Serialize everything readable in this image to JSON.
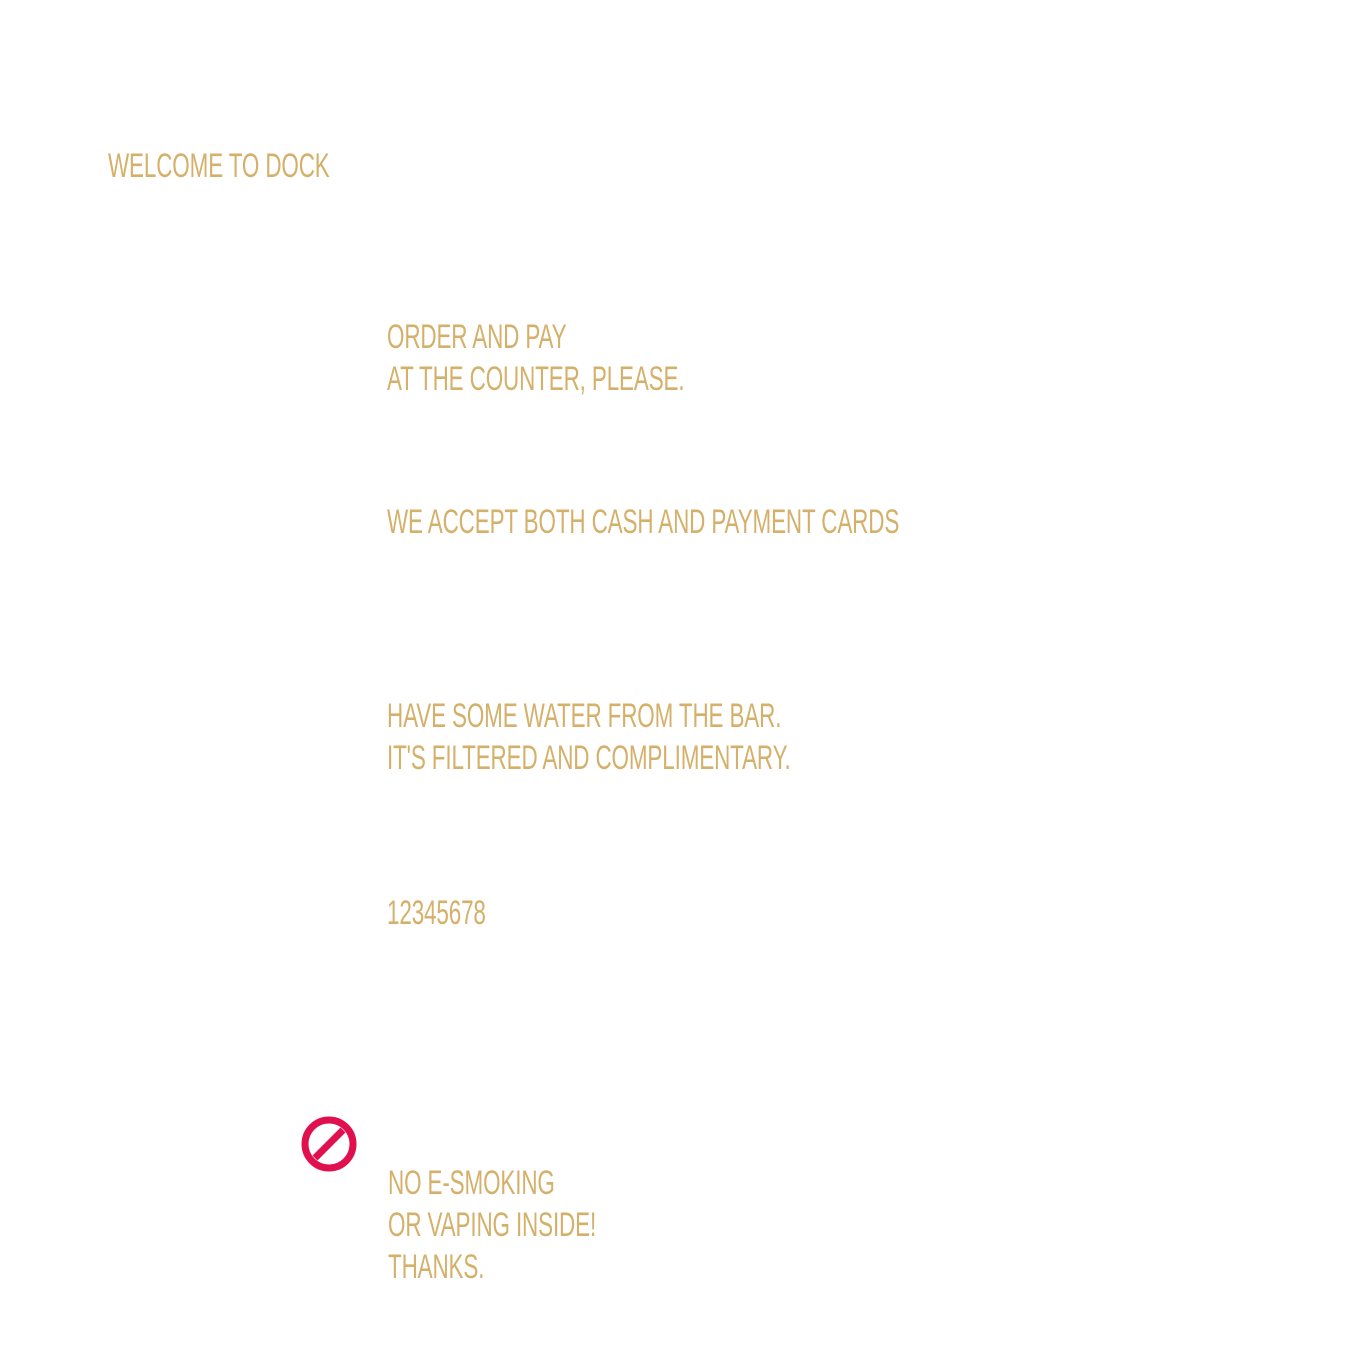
{
  "colors": {
    "text": "#d4b06a",
    "no_sign": "#e0104e",
    "background": "#ffffff"
  },
  "welcome": "WELCOME TO DOCK",
  "order": {
    "line1": "ORDER AND PAY",
    "line2": "AT THE COUNTER, PLEASE."
  },
  "accept": "WE ACCEPT BOTH CASH AND PAYMENT CARDS",
  "water": {
    "line1": "HAVE SOME WATER FROM THE BAR.",
    "line2": "IT'S FILTERED AND COMPLIMENTARY."
  },
  "number": "12345678",
  "vaping": {
    "icon": "no-sign-icon",
    "line1": "NO E-SMOKING",
    "line2": "OR VAPING INSIDE!",
    "line3": "THANKS."
  }
}
